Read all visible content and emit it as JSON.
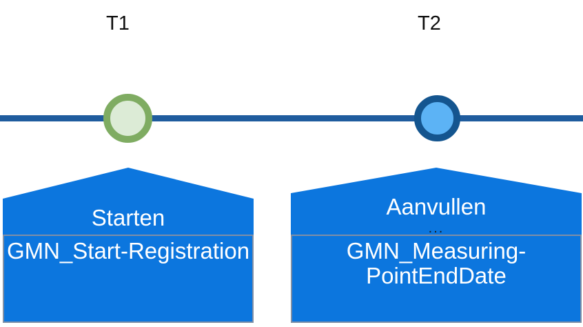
{
  "diagram": {
    "type": "timeline",
    "background_color": "#ffffff",
    "timeline": {
      "name": "timeline-axis",
      "color": "#1F5C9E"
    },
    "ticks": [
      {
        "label": "T1",
        "marker_fill": "#DCEBD6",
        "marker_ring": "#7FAC62"
      },
      {
        "label": "T2",
        "marker_fill": "#5CB3F5",
        "marker_ring": "#14558F"
      }
    ],
    "events": [
      {
        "action_label": "Starten",
        "ellipsis": "",
        "entity_label": "GMN_Start-Registration",
        "shape_color": "#0C76DE",
        "border_color": "#7F8FA6"
      },
      {
        "action_label": "Aanvullen",
        "ellipsis": "...",
        "entity_label": "GMN_Measuring-PointEndDate",
        "shape_color": "#0C76DE",
        "border_color": "#7F8FA6"
      }
    ]
  }
}
